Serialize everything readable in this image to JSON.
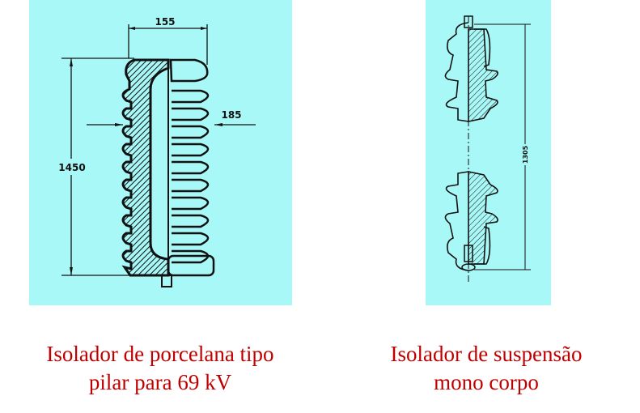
{
  "colors": {
    "panel_bg": "#a8f8f8",
    "caption": "#c00000",
    "ink": "#111111"
  },
  "left_figure": {
    "dim_top": "155",
    "dim_side": "185",
    "dim_height": "1450",
    "caption_line1": "Isolador de porcelana tipo",
    "caption_line2": "pilar para 69 kV"
  },
  "right_figure": {
    "dim_height": "1305",
    "caption_line1": "Isolador de suspensão",
    "caption_line2": "mono corpo"
  }
}
